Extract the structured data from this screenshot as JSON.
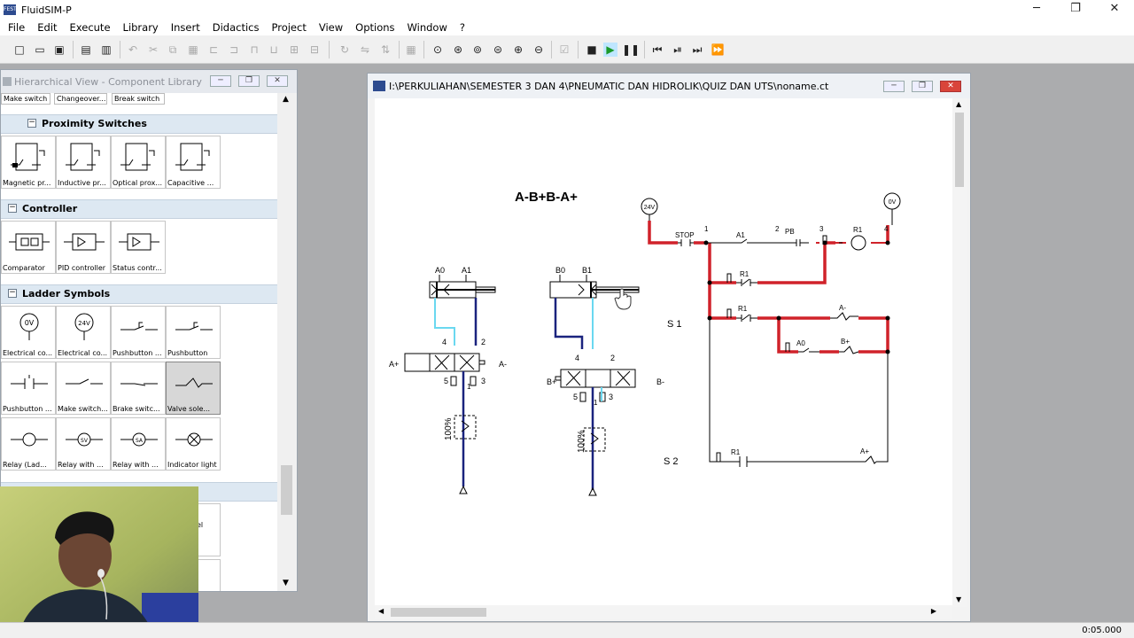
{
  "app": {
    "title": "FluidSIM-P",
    "icon_text": "FESTO"
  },
  "window_controls": {
    "minimize": "─",
    "maximize": "❐",
    "close": "✕"
  },
  "menu": [
    "File",
    "Edit",
    "Execute",
    "Library",
    "Insert",
    "Didactics",
    "Project",
    "View",
    "Options",
    "Window",
    "?"
  ],
  "library": {
    "title": "Hierarchical View - Component Library",
    "top_chips": [
      "Make switch",
      "Changeover...",
      "Break switch"
    ],
    "sections": [
      {
        "name": "Proximity Switches",
        "items": [
          "Magnetic pr...",
          "Inductive pr...",
          "Optical prox...",
          "Capacitive ..."
        ]
      },
      {
        "name": "Controller",
        "items": [
          "Comparator",
          "PID controller",
          "Status contr..."
        ]
      },
      {
        "name": "Ladder Symbols",
        "items": [
          "Electrical co...",
          "Electrical co...",
          "Pushbutton ...",
          "Pushbutton",
          "Pushbutton ...",
          "Make switch...",
          "Brake switc...",
          "Valve sole...",
          "Relay (Lad...",
          "Relay with ...",
          "Relay with ...",
          "Indicator light"
        ]
      }
    ],
    "ladder_icon_texts": [
      "0V",
      "24V"
    ],
    "relay_icon_texts": [
      "SV",
      "SA"
    ],
    "partial_label": "el"
  },
  "circuit": {
    "title": "I:\\PERKULIAHAN\\SEMESTER 3 DAN 4\\PNEUMATIC DAN HIDROLIK\\QUIZ DAN UTS\\noname.ct",
    "sequence": "A-B+B-A+",
    "pneumatic": {
      "cylA_sensors": [
        "A0",
        "A1"
      ],
      "cylB_sensors": [
        "B0",
        "B1"
      ],
      "valveA_ports": {
        "p4": "4",
        "p2": "2",
        "p5": "5",
        "p1": "1",
        "p3": "3",
        "left": "A+",
        "right": "A-"
      },
      "valveB_ports": {
        "p4": "4",
        "p2": "2",
        "p5": "5",
        "p1": "1",
        "p3": "3",
        "left": "B+",
        "right": "B-"
      },
      "pressure": "100%"
    },
    "ladder": {
      "supply_pos": "24V",
      "supply_neg": "0V",
      "stop": "STOP",
      "a1": "A1",
      "pb": "PB",
      "r1": "R1",
      "nodes": [
        "1",
        "2",
        "3",
        "4"
      ],
      "a_minus": "A-",
      "a0": "A0",
      "b_plus": "B+",
      "a_plus": "A+",
      "s1": "S 1",
      "s2": "S 2"
    }
  },
  "status": {
    "time": "0:05.000"
  }
}
